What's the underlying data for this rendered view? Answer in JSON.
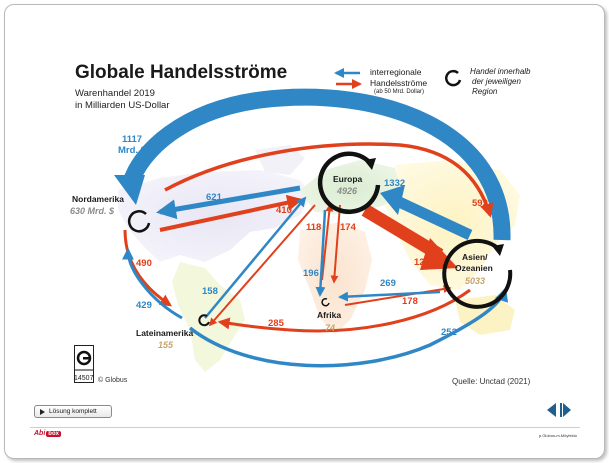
{
  "title": "Globale Handelsströme",
  "subtitle_1": "Warenhandel 2019",
  "subtitle_2": "in Milliarden US-Dollar",
  "legend": {
    "interregional_1": "interregionale",
    "interregional_2": "Handelsströme",
    "interregional_note": "(ab 50 Mrd. Dollar)",
    "intra_1": "Handel innerhalb",
    "intra_2": "der jeweiligen",
    "intra_3": "Region"
  },
  "regions": {
    "nordamerika": {
      "name": "Nordamerika",
      "volume": "630 Mrd. $"
    },
    "europa": {
      "name": "Europa",
      "volume": "4926"
    },
    "asien": {
      "name_1": "Asien/",
      "name_2": "Ozeanien",
      "volume": "5033"
    },
    "afrika": {
      "name": "Afrika",
      "volume": "74"
    },
    "lateinamerika": {
      "name": "Lateinamerika",
      "volume": "155"
    }
  },
  "flows": {
    "asia_to_na_1": "1117",
    "asia_to_na_2": "Mrd. $",
    "eu_to_na": "621",
    "na_to_eu": "410",
    "asia_to_eu": "1332",
    "eu_to_asia": "1214",
    "na_to_asia": "592",
    "af_to_eu": "118",
    "eu_to_af": "174",
    "eu_to_af_blue": "196",
    "af_to_asia": "178",
    "asia_to_af": "269",
    "na_to_la": "490",
    "la_to_na": "429",
    "la_to_eu": "158",
    "asia_to_la": "285",
    "la_to_asia": "252"
  },
  "logo_code": "14507",
  "copyright": "© Globus",
  "source": "Quelle: Unctad (2021)",
  "footer": {
    "solution_button": "Lösung komplett",
    "brand": "Abi",
    "brand_box": "box",
    "imprint": "p.Globus-m.Möyfeldo"
  },
  "colors": {
    "blue": "#2f87c6",
    "red": "#e0401c",
    "map": "#eaf1cf",
    "grey": "#8c8c8c",
    "sand": "#c9a46b"
  }
}
